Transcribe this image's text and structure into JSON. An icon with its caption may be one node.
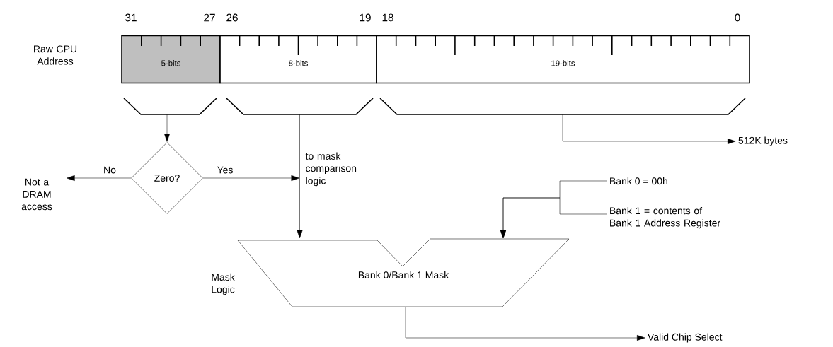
{
  "diagram": {
    "nodes": [
      {
        "text": [
          "5-bits"
        ]
      },
      {
        "text": [
          "8-bits"
        ]
      },
      {
        "text": [
          "19-bits"
        ]
      },
      {
        "text": [],
        "shape": "bracket"
      },
      {
        "text": [],
        "shape": "bracket"
      },
      {
        "text": [],
        "shape": "bracket"
      },
      {
        "text": [
          "Zero?"
        ]
      },
      {
        "text": [
          "Not a DRAM access"
        ]
      },
      {
        "text": [
          "Bank 0/Bank 1 Mask"
        ],
        "beside": [
          "Mask Logic"
        ]
      },
      {
        "text": [
          "512K bytes"
        ]
      },
      {
        "text": [
          "Bank 0 = 00h"
        ]
      },
      {
        "text": [
          "Bank 1 = contents of Bank 1 Address Register"
        ]
      },
      {
        "text": [
          "Valid Chip Select"
        ]
      }
    ],
    "edges": [
      {
        "from": 3,
        "to": 6,
        "arrow": "to"
      },
      {
        "from": 6,
        "to": 7,
        "arrow": "to",
        "label": "No"
      },
      {
        "from": 6,
        "to": null,
        "arrow": "to",
        "label": "Yes"
      },
      {
        "from": 4,
        "to": 8,
        "arrow": "to",
        "label": "to mask comparison logic"
      },
      {
        "from": 5,
        "to": 9,
        "arrow": "to"
      },
      {
        "from": 10,
        "to": 8,
        "arrow": "to"
      },
      {
        "from": 11,
        "to": 8,
        "arrow": "to"
      },
      {
        "from": 8,
        "to": 12,
        "arrow": "to"
      }
    ],
    "labels": [
      "Raw CPU Address",
      "31",
      "27",
      "26",
      "19",
      "18",
      "0"
    ]
  }
}
